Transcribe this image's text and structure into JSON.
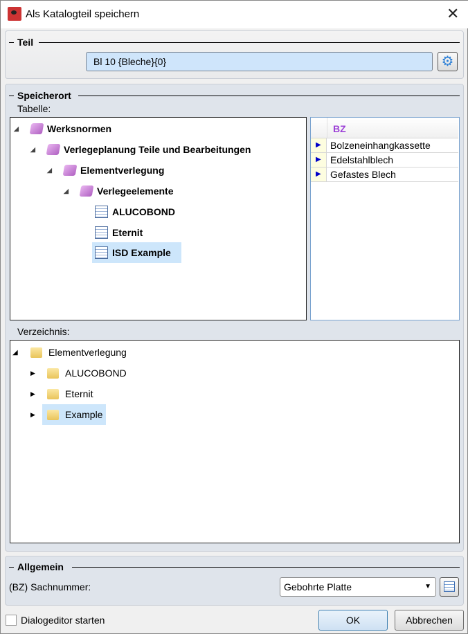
{
  "window": {
    "title": "Als Katalogteil speichern"
  },
  "teil": {
    "heading": "Teil",
    "value": "Bl 10 {Bleche}{0}"
  },
  "speicherort": {
    "heading": "Speicherort",
    "tabelle_label": "Tabelle:",
    "tree": [
      "Werksnormen",
      "Verlegeplanung Teile und Bearbeitungen",
      "Elementverlegung",
      "Verlegeelemente",
      "ALUCOBOND",
      "Eternit",
      "ISD Example"
    ],
    "grid": {
      "header": "BZ",
      "rows": [
        "Bolzeneinhangkassette",
        "Edelstahlblech",
        "Gefastes Blech"
      ]
    },
    "verzeichnis_label": "Verzeichnis:",
    "dir_tree": [
      "Elementverlegung",
      "ALUCOBOND",
      "Eternit",
      "Example"
    ]
  },
  "allgemein": {
    "heading": "Allgemein",
    "sachnummer_label": "(BZ) Sachnummer:",
    "sachnummer_value": "Gebohrte Platte"
  },
  "footer": {
    "checkbox_label": "Dialogeditor starten",
    "ok": "OK",
    "cancel": "Abbrechen"
  }
}
